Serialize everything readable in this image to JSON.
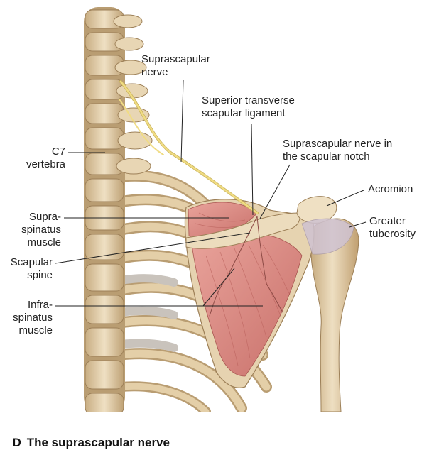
{
  "figure": {
    "labels": {
      "suprascapular_nerve": "Suprascapular\nnerve",
      "superior_transverse_ligament": "Superior transverse\nscapular ligament",
      "nerve_in_notch": "Suprascapular nerve in\nthe scapular notch",
      "acromion": "Acromion",
      "greater_tuberosity": "Greater\ntuberosity",
      "c7_vertebra": "C7\nvertebra",
      "supraspinatus_muscle": "Supra-\nspinatus\nmuscle",
      "scapular_spine": "Scapular\nspine",
      "infraspinatus_muscle": "Infra-\nspinatus\nmuscle"
    }
  },
  "caption": {
    "letter": "D",
    "title": "The suprascapular nerve"
  },
  "colors": {
    "bone": "#e6d3b0",
    "bone_shadow": "#b99d72",
    "muscle": "#d98d86",
    "muscle_dark": "#b9605b",
    "nerve": "#f0dc84",
    "cartilage": "#c9c3bc",
    "leader_line": "#222222"
  }
}
